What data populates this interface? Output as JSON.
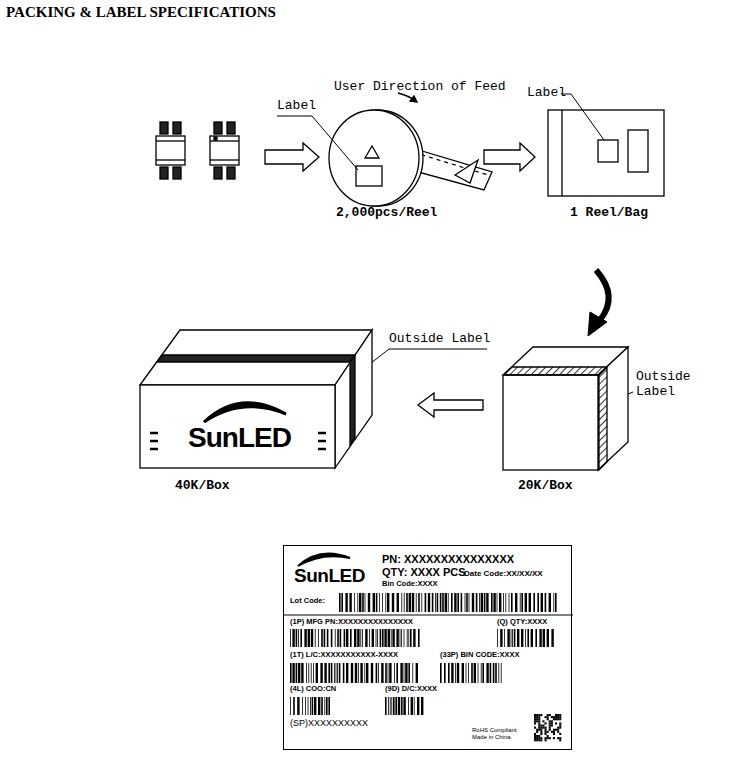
{
  "diagram": {
    "title": "PACKING & LABEL SPECIFICATIONS",
    "nodes": [
      {
        "text": [
          "SunLED",
          "PN: XXXXXXXXXXXXXXX",
          "QTY: XXXX PCS",
          "Date Code:XX/XX/XX",
          "Bin Code:XXXX",
          "Lot Code:",
          "(1P) MFG PN:XXXXXXXXXXXXXXX",
          "(Q) QTY:XXXX",
          "(1T) L/C:XXXXXXXXXXX-XXXX",
          "(33P) BIN CODE:XXXX",
          "(4L) COO:CN",
          "(9D) D/C:XXXX",
          "(SP)XXXXXXXXXX",
          "RoHS Compliant Made in China"
        ]
      }
    ],
    "labels": [
      "Label",
      "User Direction of Feed",
      "2,000pcs/Reel",
      "Label",
      "1 Reel/Bag",
      "Outside Label",
      "Outside Label",
      "SunLED",
      "40K/Box",
      "20K/Box"
    ]
  }
}
